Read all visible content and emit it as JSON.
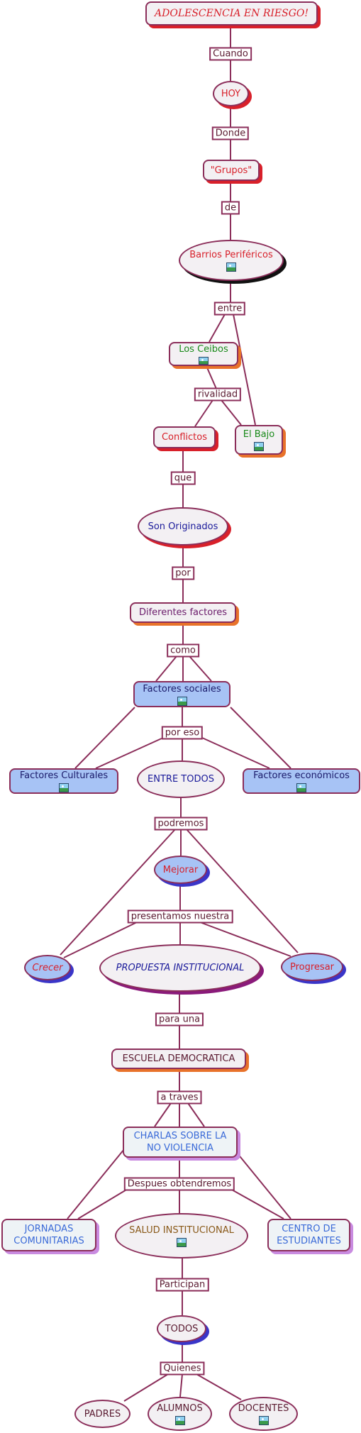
{
  "colors": {
    "edge": "#8b2e5a",
    "red_text": "#d8202a",
    "green_text": "#1a8a1a",
    "navy_text": "#1a1a9a",
    "purple_text": "#6a1a6a",
    "blue_text": "#3a6ad8",
    "brown_text": "#8a5a1a",
    "dark_text": "#5a1a30"
  },
  "nodes": {
    "title": "ADOLESCENCIA EN RIESGO!",
    "hoy": "HOY",
    "grupos": "\"Grupos\"",
    "barrios": "Barrios Periféricos",
    "ceibos": "Los  Ceibos",
    "bajo": "El Bajo",
    "conflictos": "Conflictos",
    "originados": "Son Originados",
    "factores": "Diferentes factores",
    "sociales": "Factores sociales",
    "culturales": "Factores Culturales",
    "todos1": "ENTRE TODOS",
    "economicos": "Factores económicos",
    "mejorar": "Mejorar",
    "crecer": "Crecer",
    "propuesta": "PROPUESTA INSTITUCIONAL",
    "progresar": "Progresar",
    "escuela": "ESCUELA DEMOCRATICA",
    "charlas": "CHARLAS SOBRE LA NO VIOLENCIA",
    "jornadas": "JORNADAS COMUNITARIAS",
    "salud": "SALUD INSTITUCIONAL",
    "centro": "CENTRO DE ESTUDIANTES",
    "todos2": "TODOS",
    "padres": "PADRES",
    "alumnos": "ALUMNOS",
    "docentes": "DOCENTES"
  },
  "labels": {
    "cuando": "Cuando",
    "donde": "Donde",
    "de": "de",
    "entre": "entre",
    "rivalidad": "rivalidad",
    "que": "que",
    "por": "por",
    "como": "como",
    "por_eso": "por eso",
    "podremos": "podremos",
    "presentamos": "presentamos nuestra",
    "para_una": "para una",
    "a_traves": "a traves",
    "despues": "Despues obtendremos",
    "participan": "Participan",
    "quienes": "Quienes"
  }
}
